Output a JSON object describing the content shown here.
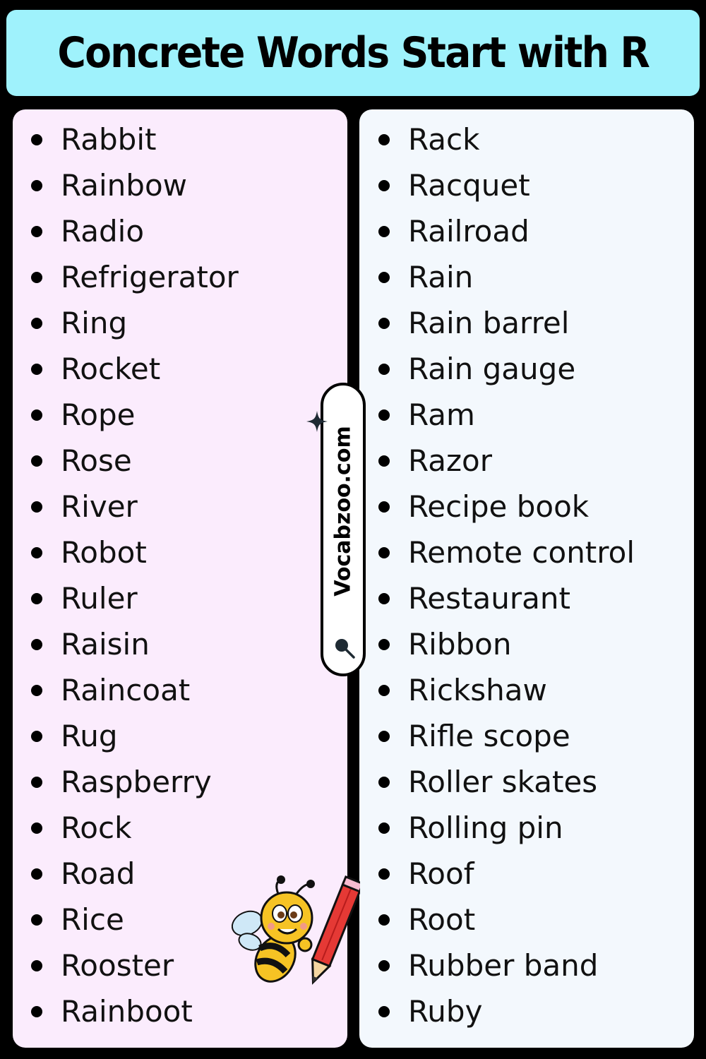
{
  "title": "Concrete Words Start with R",
  "left_words": [
    "Rabbit",
    "Rainbow",
    "Radio",
    "Refrigerator",
    "Ring",
    "Rocket",
    "Rope",
    "Rose",
    "River",
    "Robot",
    "Ruler",
    "Raisin",
    "Raincoat",
    "Rug",
    "Raspberry",
    "Rock",
    "Road",
    "Rice",
    "Rooster",
    "Rainboot"
  ],
  "right_words": [
    "Rack",
    "Racquet",
    "Railroad",
    "Rain",
    "Rain barrel",
    "Rain gauge",
    "Ram",
    "Razor",
    "Recipe book",
    "Remote control",
    "Restaurant",
    "Ribbon",
    "Rickshaw",
    "Rifle scope",
    "Roller skates",
    "Rolling pin",
    "Roof",
    "Root",
    "Rubber band",
    "Ruby"
  ],
  "watermark": "Vocabzoo.com",
  "icons": {
    "sparkle": "sparkle-icon",
    "magnifier": "magnifier-icon",
    "mascot": "bee-with-pencil-icon"
  },
  "colors": {
    "background": "#000000",
    "title_bg": "#9ff2fc",
    "left_panel": "#fbecfd",
    "right_panel": "#f3f8fd"
  }
}
